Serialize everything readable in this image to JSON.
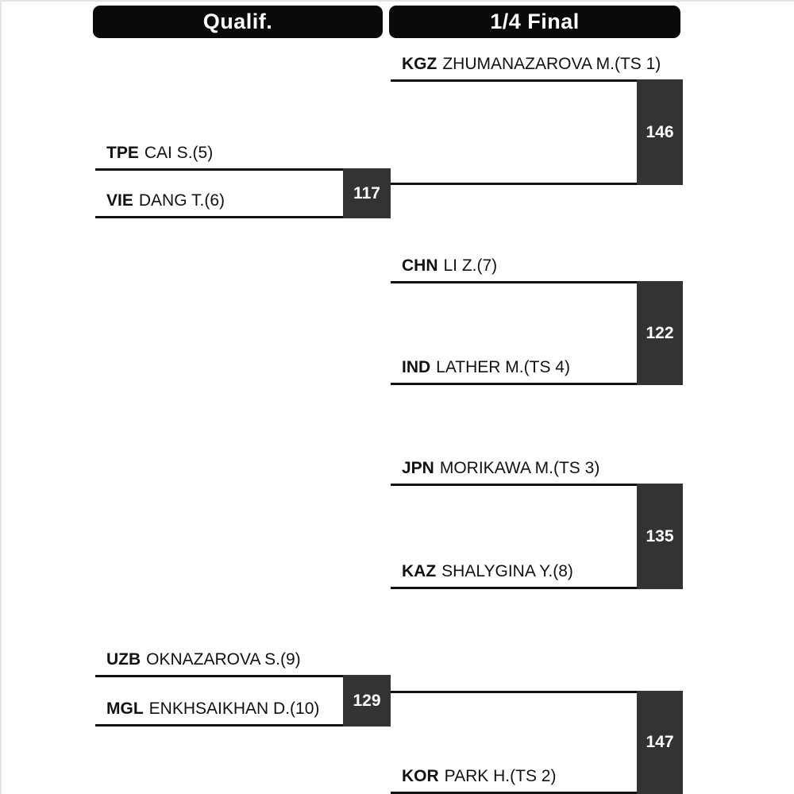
{
  "rounds": {
    "qualification": {
      "header": "Qualif.",
      "matches": [
        {
          "top": {
            "country": "TPE",
            "name": "CAI S.(5)"
          },
          "bottom": {
            "country": "VIE",
            "name": "DANG T.(6)"
          },
          "score": "117"
        },
        {
          "top": {
            "country": "UZB",
            "name": "OKNAZAROVA S.(9)"
          },
          "bottom": {
            "country": "MGL",
            "name": "ENKHSAIKHAN D.(10)"
          },
          "score": "129"
        }
      ]
    },
    "quarterfinal": {
      "header": "1/4 Final",
      "matches": [
        {
          "top": {
            "country": "KGZ",
            "name": "ZHUMANAZAROVA M.(TS 1)"
          },
          "score": "146"
        },
        {
          "top": {
            "country": "CHN",
            "name": "LI Z.(7)"
          },
          "bottom": {
            "country": "IND",
            "name": "LATHER M.(TS 4)"
          },
          "score": "122"
        },
        {
          "top": {
            "country": "JPN",
            "name": "MORIKAWA M.(TS 3)"
          },
          "bottom": {
            "country": "KAZ",
            "name": "SHALYGINA Y.(8)"
          },
          "score": "135"
        },
        {
          "bottom": {
            "country": "KOR",
            "name": "PARK H.(TS 2)"
          },
          "score": "147"
        }
      ]
    }
  },
  "colors": {
    "background": "#ffffff",
    "header_bg": "#0a0a0a",
    "header_text": "#ffffff",
    "score_box_bg": "#333333",
    "score_text": "#ffffff",
    "line": "#111111",
    "name_text": "#111111"
  }
}
